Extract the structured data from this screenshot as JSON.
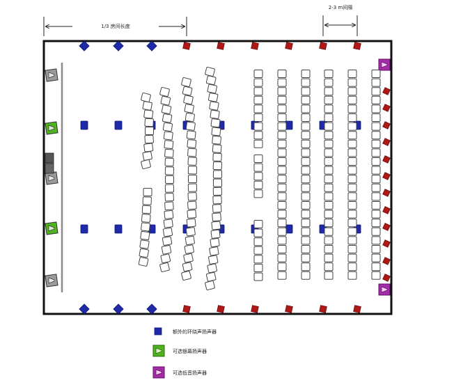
{
  "dimensions": {
    "room_third_label": "1/3 房间长度",
    "spacing_label": "2-3 m间隔"
  },
  "legend": [
    {
      "label": "额外的环绕声扬声器",
      "icon": "square-speaker-icon",
      "color": "#1f2aa8"
    },
    {
      "label": "可选银幕扬声器",
      "icon": "screen-speaker-icon",
      "color": "#4fb31f"
    },
    {
      "label": "可选低音扬声器",
      "icon": "subwoofer-icon",
      "color": "#a32ca8"
    }
  ],
  "colors": {
    "wall": "#111111",
    "surround_blue": "#1f2aa8",
    "surround_red": "#b01818",
    "screen_speaker_gray": "#9a9a9a",
    "screen_speaker_green": "#4fb31f",
    "subwoofer_purple": "#a32ca8",
    "seat_fill": "#ffffff",
    "seat_stroke": "#444444"
  }
}
